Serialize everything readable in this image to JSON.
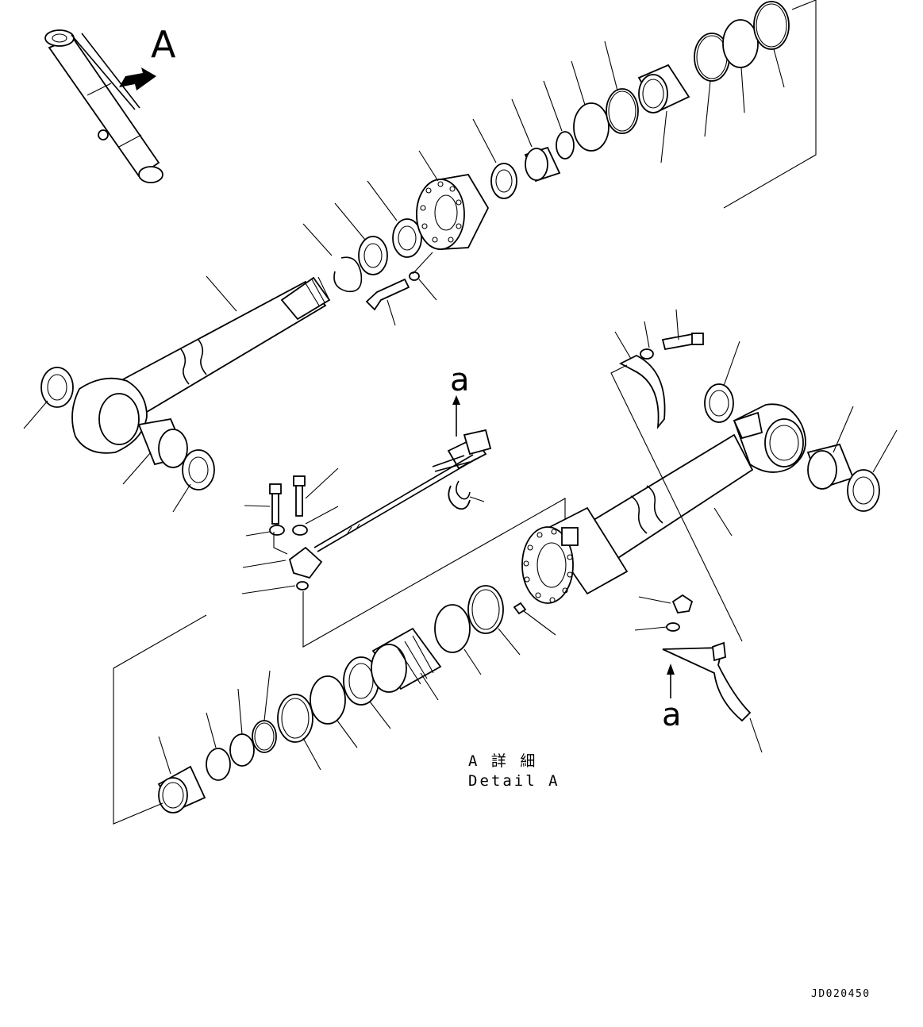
{
  "view_label": "A",
  "detail_ref_top": "a",
  "detail_ref_bottom": "a",
  "detail_caption": {
    "japanese": "A 詳 細",
    "english": "Detail A"
  },
  "drawing_code": "JD020450"
}
